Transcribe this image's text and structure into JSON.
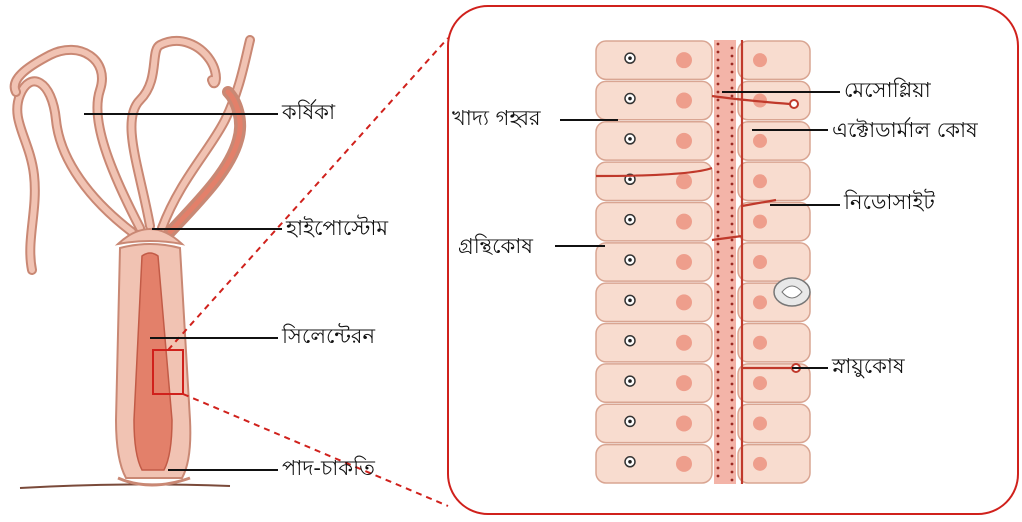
{
  "labels": {
    "tentacle": "কর্ষিকা",
    "hypostome": "হাইপোস্টোম",
    "coelenteron": "সিলেন্টেরন",
    "basal_disc": "পাদ-চাকতি",
    "food_vacuole": "খাদ্য গহ্বর",
    "gland_cell": "গ্রন্থিকোষ",
    "mesoglea": "মেসোগ্লিয়া",
    "ectodermal_cell": "এক্টোডার্মাল কোষ",
    "cnidocyte": "নিডোসাইট",
    "nerve_cell": "স্নায়ুকোষ"
  },
  "colors": {
    "body_wall": "#f1c3b3",
    "body_outline": "#c98874",
    "cavity": "#e3806a",
    "cell_fill": "#f8dccf",
    "cell_border": "#d9a592",
    "nucleus": "#ee9e8c",
    "mesoglea": "#f3b4a8",
    "nerve": "#c0392b",
    "zoom_box": "#d0211c",
    "zoom_line": "#d0211c"
  }
}
